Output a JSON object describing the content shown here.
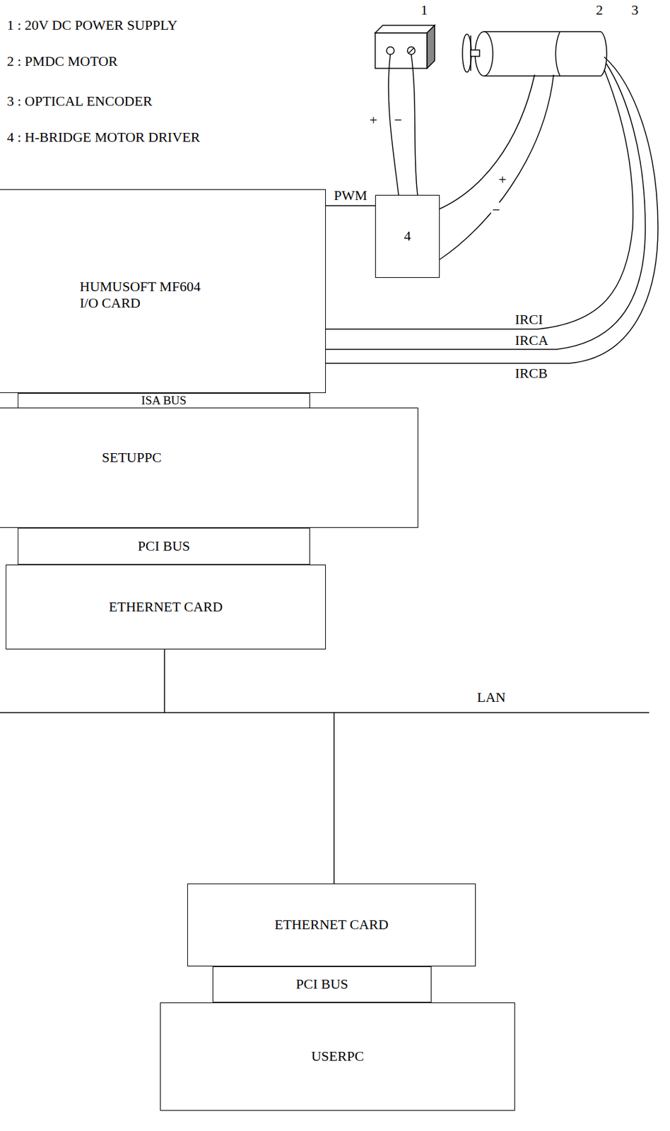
{
  "diagram": {
    "nodes": [
      {
        "text": [
          "4"
        ]
      },
      {
        "text": [
          "HUMUSOFT MF604 I/O CARD"
        ]
      },
      {
        "text": [
          "ISA BUS"
        ]
      },
      {
        "text": [
          "SETUPPC"
        ]
      },
      {
        "text": [
          "PCI BUS"
        ]
      },
      {
        "text": [
          "ETHERNET CARD"
        ]
      },
      {
        "text": [
          "ETHERNET CARD"
        ]
      },
      {
        "text": [
          "PCI BUS"
        ]
      },
      {
        "text": [
          "USERPC"
        ]
      }
    ],
    "edges": [
      {
        "from": 1,
        "to": 0,
        "label": "PWM",
        "arrow": "none"
      }
    ],
    "labels": [
      "1 : 20V DC POWER SUPPLY",
      "2 : PMDC MOTOR",
      "3 : OPTICAL ENCODER",
      "4 : H-BRIDGE MOTOR DRIVER",
      "1",
      "2",
      "3",
      "+",
      "−",
      "+",
      "−",
      "IRCI",
      "IRCA",
      "IRCB",
      "LAN"
    ]
  }
}
